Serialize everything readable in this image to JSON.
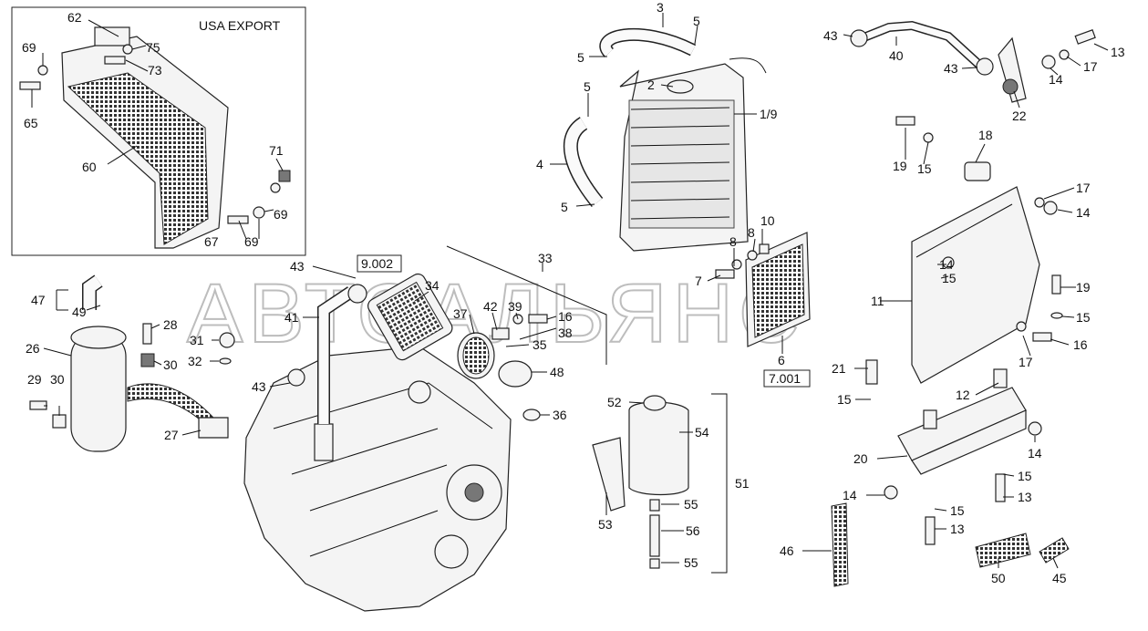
{
  "inset_title": "USA EXPORT",
  "watermark": "АВТОАЛЬЯНС",
  "ref_boxes": [
    "9.002",
    "7.001"
  ],
  "callouts": [
    "62",
    "75",
    "69",
    "73",
    "65",
    "60",
    "71",
    "69",
    "67",
    "69",
    "3",
    "5",
    "5",
    "2",
    "1/9",
    "5",
    "4",
    "5",
    "43",
    "40",
    "43",
    "22",
    "13",
    "17",
    "14",
    "19",
    "15",
    "18",
    "17",
    "14",
    "8",
    "8",
    "10",
    "7",
    "6",
    "14",
    "15",
    "11",
    "19",
    "15",
    "16",
    "17",
    "21",
    "15",
    "12",
    "20",
    "14",
    "15",
    "13",
    "15",
    "13",
    "14",
    "46",
    "50",
    "45",
    "43",
    "41",
    "34",
    "42",
    "39",
    "16",
    "38",
    "35",
    "37",
    "48",
    "36",
    "33",
    "43",
    "47",
    "49",
    "28",
    "31",
    "30",
    "32",
    "26",
    "29",
    "30",
    "27",
    "52",
    "54",
    "53",
    "55",
    "56",
    "55",
    "51"
  ]
}
